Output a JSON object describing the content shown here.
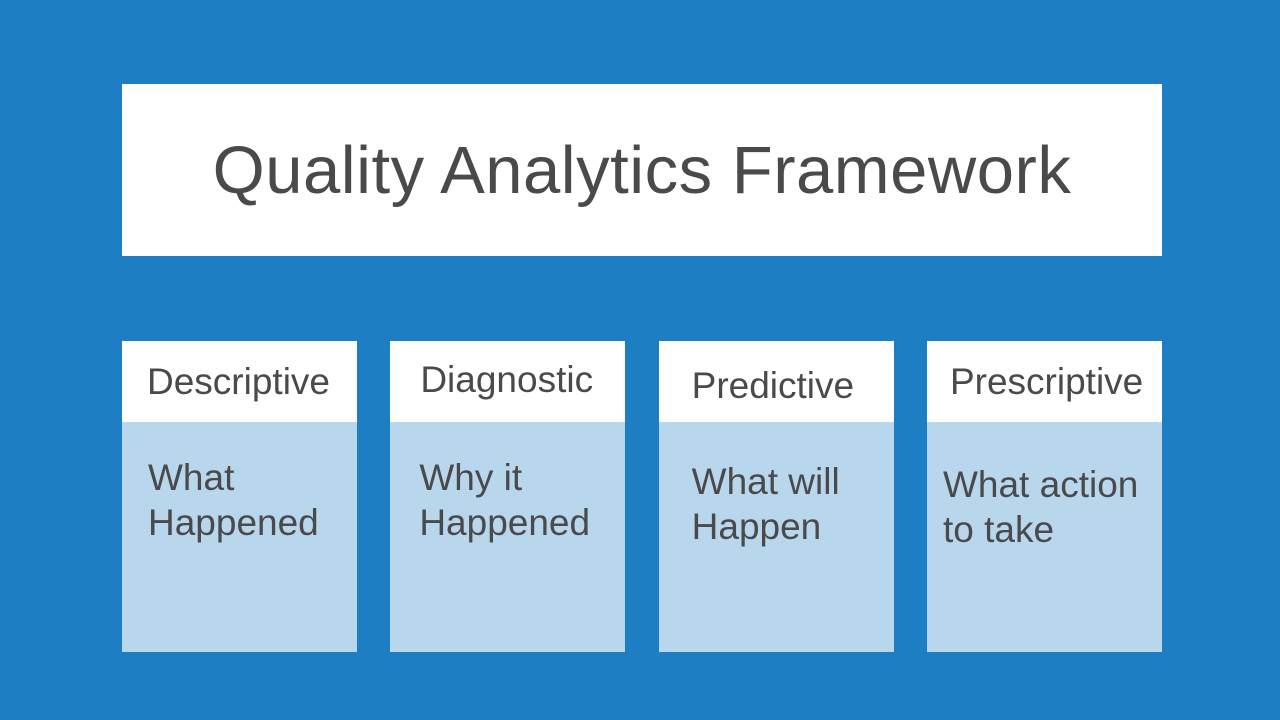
{
  "slide": {
    "title": "Quality Analytics Framework",
    "cards": [
      {
        "header": "Descriptive",
        "body": "What Happened"
      },
      {
        "header": "Diagnostic",
        "body": "Why it Happened"
      },
      {
        "header": "Predictive",
        "body": "What will Happen"
      },
      {
        "header": "Prescriptive",
        "body": "What action to take"
      }
    ],
    "colors": {
      "background": "#1D7EC4",
      "panel_bg": "#FFFFFF",
      "card_body_bg": "#B9D7EC",
      "text": "#4A4A4C"
    }
  }
}
